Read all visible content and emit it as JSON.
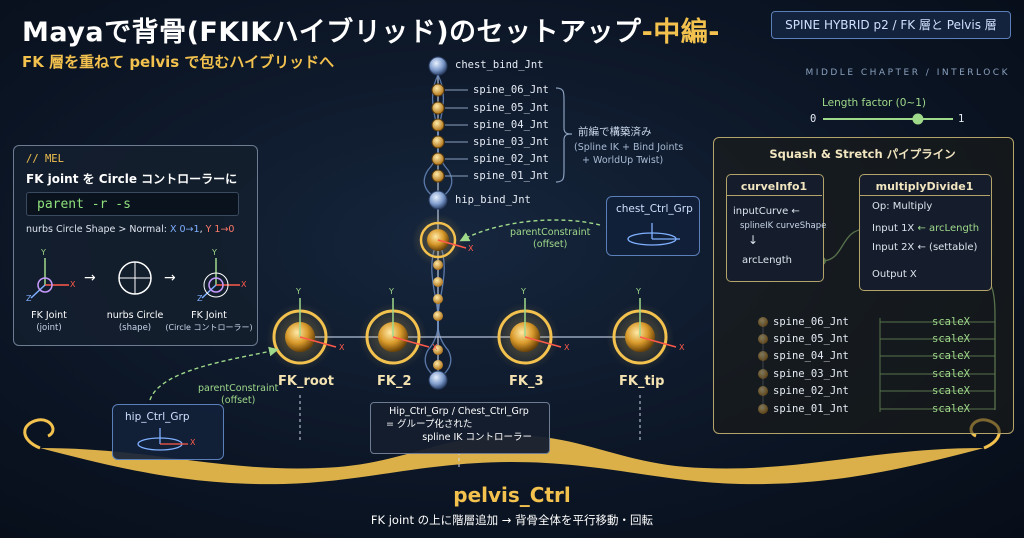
{
  "header": {
    "title_main": "Mayaで背骨(FKIKハイブリッド)のセットアップ",
    "title_accent": "-中編-",
    "subtitle": "FK 層を重ねて pelvis で包むハイブリッドへ",
    "badge": "SPINE HYBRID p2 / FK 層と Pelvis 層",
    "chapter": "MIDDLE CHAPTER / INTERLOCK"
  },
  "slider": {
    "label": "Length factor (0~1)",
    "min_label": "0",
    "max_label": "1",
    "value": 0.73
  },
  "spine": {
    "chest_bind": "chest_bind_Jnt",
    "hip_bind": "hip_bind_Jnt",
    "joints": [
      "spine_06_Jnt",
      "spine_05_Jnt",
      "spine_04_Jnt",
      "spine_03_Jnt",
      "spine_02_Jnt",
      "spine_01_Jnt"
    ],
    "note_title": "前編で構築済み",
    "note_line1": "(Spline IK + Bind Joints",
    "note_line2": "+ WorldUp Twist)"
  },
  "mel": {
    "tag": "// MEL",
    "heading": "FK joint を Circle コントローラーに",
    "code": "parent -r -s",
    "normal_prefix": "nurbs Circle Shape > Normal: ",
    "normal_x": "X 0→1",
    "normal_sep": ", ",
    "normal_y": "Y 1→0",
    "items": [
      {
        "title": "FK Joint",
        "sub": "(joint)"
      },
      {
        "title": "nurbs Circle",
        "sub": "(shape)"
      },
      {
        "title": "FK Joint",
        "sub": "(Circle コントローラー)"
      }
    ],
    "arrow": "→",
    "axis_x": "X",
    "axis_y": "Y",
    "axis_z": "Z"
  },
  "fk": {
    "labels": [
      "FK_root",
      "FK_2",
      "FK_3",
      "FK_tip"
    ],
    "axis_x": "X",
    "axis_y": "Y"
  },
  "constraints": {
    "chest_line1": "parentConstraint",
    "chest_line2": "(offset)",
    "hip_line1": "parentConstraint",
    "hip_line2": "(offset)"
  },
  "groups": {
    "chest": "chest_Ctrl_Grp",
    "hip": "hip_Ctrl_Grp",
    "axis_x": "X"
  },
  "hipbox": {
    "line1": "Hip_Ctrl_Grp / Chest_Ctrl_Grp",
    "line2": "= グループ化された",
    "line3": "spline IK コントローラー"
  },
  "squash": {
    "title": "Squash & Stretch パイプライン",
    "curveinfo": {
      "name": "curveInfo1",
      "input": "inputCurve ←",
      "source": "splineIK curveShape",
      "down_arrow": "↓",
      "output": "arcLength"
    },
    "multiply": {
      "name": "multiplyDivide1",
      "op": "Op: Multiply",
      "in1_label": "Input 1X",
      "in1_src": "← arcLength",
      "in2_label": "Input 2X",
      "in2_src": "← (settable)",
      "out": "Output X"
    },
    "joints": [
      "spine_06_Jnt",
      "spine_05_Jnt",
      "spine_04_Jnt",
      "spine_03_Jnt",
      "spine_02_Jnt",
      "spine_01_Jnt"
    ],
    "target": "scaleX"
  },
  "pelvis": {
    "name": "pelvis_Ctrl",
    "caption": "FK joint の上に階層追加 → 背骨全体を平行移動・回転"
  },
  "colors": {
    "gold": "#f2c14e",
    "green": "#9fd98a",
    "blue": "#5b7fb8",
    "bone": "#b9c7dd"
  }
}
